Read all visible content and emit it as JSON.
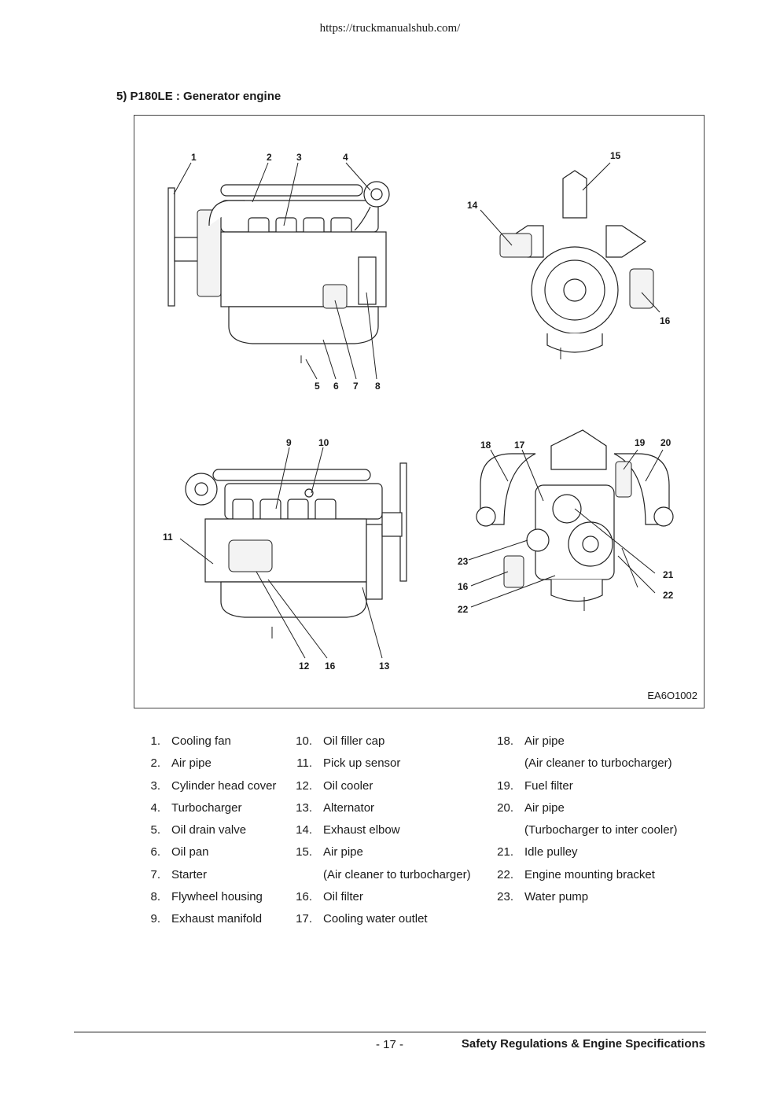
{
  "header": {
    "url": "https://truckmanualshub.com/"
  },
  "section": {
    "title": "5)  P180LE : Generator engine"
  },
  "figure": {
    "code": "EA6O1002",
    "callouts": [
      "1",
      "2",
      "3",
      "4",
      "15",
      "14",
      "16",
      "5",
      "6",
      "7",
      "8",
      "9",
      "10",
      "18",
      "17",
      "19",
      "20",
      "11",
      "23",
      "21",
      "16",
      "22",
      "22",
      "12",
      "16",
      "13"
    ]
  },
  "legend": {
    "col1": [
      {
        "num": "1.",
        "text": "Cooling fan"
      },
      {
        "num": "2.",
        "text": "Air pipe"
      },
      {
        "num": "3.",
        "text": "Cylinder head cover"
      },
      {
        "num": "4.",
        "text": "Turbocharger"
      },
      {
        "num": "5.",
        "text": "Oil drain valve"
      },
      {
        "num": "6.",
        "text": "Oil pan"
      },
      {
        "num": "7.",
        "text": "Starter"
      },
      {
        "num": "8.",
        "text": "Flywheel housing"
      },
      {
        "num": "9.",
        "text": "Exhaust manifold"
      }
    ],
    "col2": [
      {
        "num": "10.",
        "text": "Oil filler cap"
      },
      {
        "num": "11.",
        "text": "Pick up sensor"
      },
      {
        "num": "12.",
        "text": "Oil cooler"
      },
      {
        "num": "13.",
        "text": "Alternator"
      },
      {
        "num": "14.",
        "text": "Exhaust elbow"
      },
      {
        "num": "15.",
        "text": "Air pipe"
      },
      {
        "num": "",
        "text": "(Air cleaner to turbocharger)"
      },
      {
        "num": "16.",
        "text": "Oil filter"
      },
      {
        "num": "17.",
        "text": "Cooling water outlet"
      }
    ],
    "col3": [
      {
        "num": "18.",
        "text": "Air pipe"
      },
      {
        "num": "",
        "text": "(Air cleaner to turbocharger)"
      },
      {
        "num": "19.",
        "text": "Fuel filter"
      },
      {
        "num": "20.",
        "text": "Air pipe"
      },
      {
        "num": "",
        "text": "(Turbocharger to inter cooler)"
      },
      {
        "num": "21.",
        "text": "Idle pulley"
      },
      {
        "num": "22.",
        "text": "Engine mounting bracket"
      },
      {
        "num": "23.",
        "text": "Water pump"
      }
    ]
  },
  "footer": {
    "page": "- 17 -",
    "title": "Safety Regulations & Engine Specifications"
  }
}
